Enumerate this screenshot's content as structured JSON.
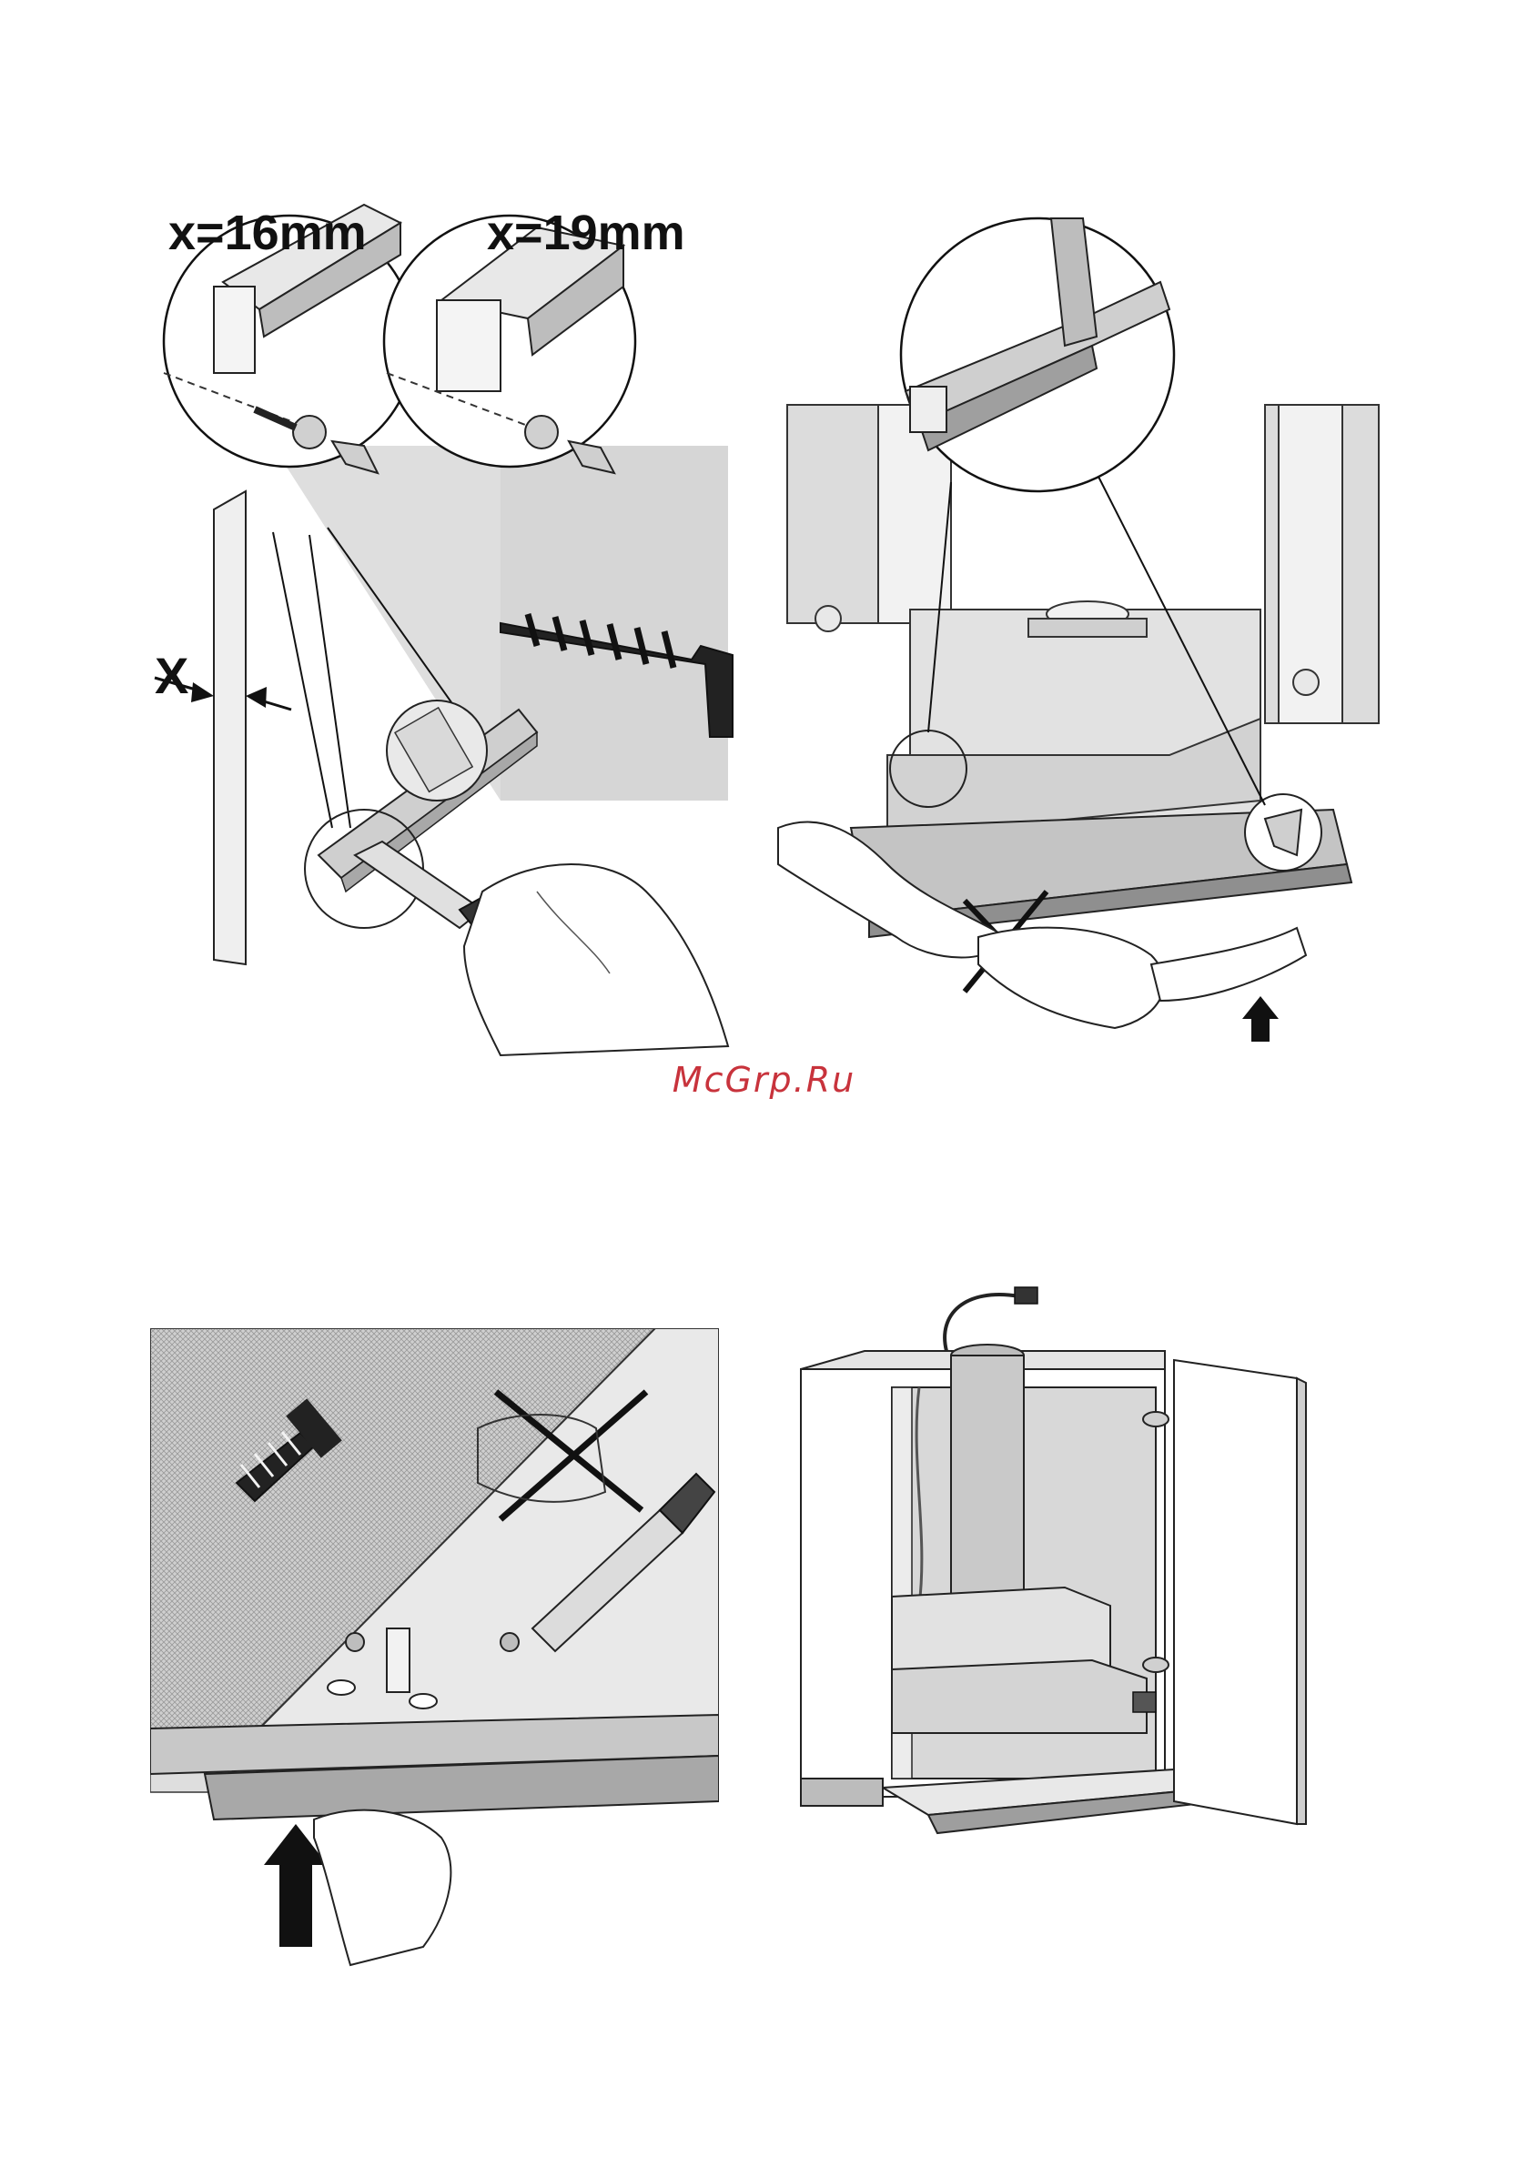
{
  "figure1": {
    "label_16": "x=16mm",
    "label_19": "x=19mm",
    "label_x": "X"
  },
  "watermark": "McGrp.Ru"
}
